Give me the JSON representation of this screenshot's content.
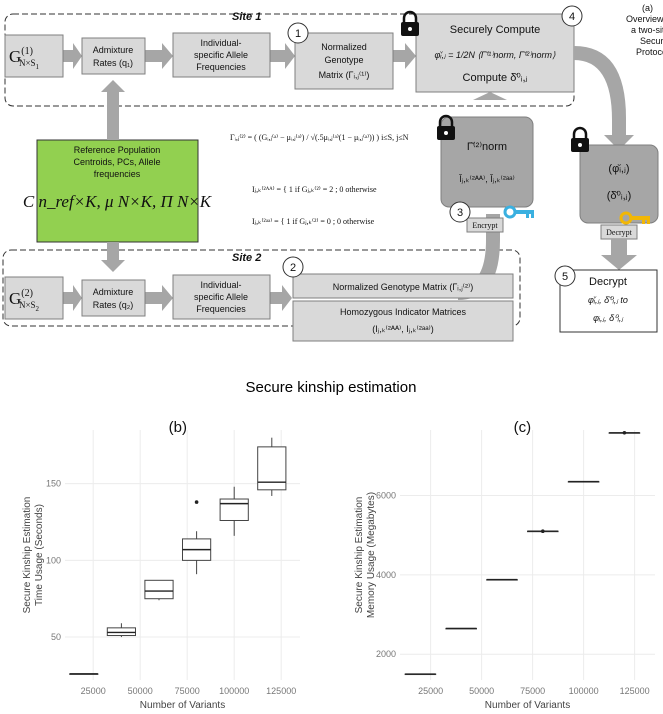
{
  "panel_a": {
    "tag": "(a)",
    "overview": [
      "Overview of",
      "a two-site",
      "Secure",
      "Protocol"
    ],
    "site1_label": "Site 1",
    "site2_label": "Site 2",
    "g1": "G",
    "g1_sup": "(1)",
    "g1_sub": "N×S",
    "g1_subsub": "1",
    "g2": "G",
    "g2_sup": "(2)",
    "g2_sub": "N×S",
    "g2_subsub": "2",
    "admix1": [
      "Admixture",
      "Rates (q₁)"
    ],
    "admix2": [
      "Admixture",
      "Rates (q₂)"
    ],
    "isaf1": [
      "Individual-",
      "specific Allele",
      "Frequencies"
    ],
    "isaf2": [
      "Individual-",
      "specific Allele",
      "Frequencies"
    ],
    "ngm1": [
      "Normalized",
      "Genotype",
      "Matrix (Γᵢ,ⱼ⁽¹⁾)"
    ],
    "ngm2": "Normalized Genotype Matrix (Γᵢ,ⱼ⁽²⁾)",
    "him": [
      "Homozygous Indicator Matrices",
      "(Iⱼ,ₖ⁽²ᴬᴬ⁾, Iⱼ,ₖ⁽²ᵃᵃ⁾)"
    ],
    "secure": [
      "Securely Compute",
      "φ̆ᵢ,ⱼ = 1/2N ⟨Γ̆⁽¹⁾norm, Γ̆⁽²⁾norm⟩",
      "Compute δ̆⁰ᵢ,ⱼ"
    ],
    "ref_box": [
      "Reference Population",
      "Centroids, PCs, Allele",
      "frequencies",
      "C n_ref×K, μ N×K, Π N×K"
    ],
    "enc_box": [
      "Γ̆⁽²⁾norm",
      "Ĭⱼ,ₖ⁽²ᴬᴬ⁾, Ĭⱼ,ₖ⁽²ᵃᵃ⁾"
    ],
    "dec_box": [
      "(φ̆ᵢ,ⱼ)",
      "(δ̆⁰ᵢ,ⱼ)"
    ],
    "encrypt": "Encrypt",
    "decrypt": "Decrypt",
    "decrypt_final": [
      "Decrypt",
      "φ̆ᵢ,ⱼ, δ̆⁰ᵢ,ⱼ to",
      "φᵢ,ⱼ, δ⁰ᵢ,ⱼ"
    ],
    "formula": [
      "Γᵢ,ⱼ⁽²⁾ = ( (Gᵢ,ⱼ⁽ᵃ⁾ − μᵢ,ⱼ⁽ᵃ⁾) / √(.5μᵢ,ⱼ⁽ᵃ⁾(1 − μᵢ,ⱼ⁽ᵃ⁾)) ) i≤S, j≤N",
      "Iⱼ,ₖ⁽²ᴬᴬ⁾ = { 1 if Gⱼ,ₖ⁽²⁾ = 2 ; 0 otherwise",
      "Iⱼ,ₖ⁽²ᵃᵃ⁾ = { 1 if Gⱼ,ₖ⁽²⁾ = 0 ; 0 otherwise"
    ],
    "steps": [
      "1",
      "2",
      "3",
      "4",
      "5"
    ]
  },
  "section_title": "Secure kinship estimation",
  "colors": {
    "box": "#d9d9d9",
    "dark_box": "#a6a6a6",
    "ref": "#92d050",
    "key": "#3ab0e0",
    "key2": "#f2b705"
  },
  "chart_data": [
    {
      "type": "box",
      "panel": "(b)",
      "xlabel": "Number of Variants",
      "ylabel": [
        "Secure Kinship Estimation",
        "Time Usage (Seconds)"
      ],
      "xticks": [
        25000,
        50000,
        75000,
        100000,
        125000
      ],
      "yticks": [
        50,
        100,
        150
      ],
      "xlim": [
        10000,
        135000
      ],
      "ylim": [
        22,
        185
      ],
      "boxes": [
        {
          "x": 20000,
          "min": 26,
          "q1": 26,
          "median": 26,
          "q3": 26,
          "max": 26
        },
        {
          "x": 40000,
          "min": 50,
          "q1": 51,
          "median": 53,
          "q3": 56,
          "max": 59
        },
        {
          "x": 60000,
          "min": 74,
          "q1": 75,
          "median": 80,
          "q3": 87,
          "max": 87
        },
        {
          "x": 80000,
          "min": 91,
          "q1": 100,
          "median": 107,
          "q3": 114,
          "max": 119
        },
        {
          "x": 100000,
          "min": 116,
          "q1": 126,
          "median": 137,
          "q3": 140,
          "max": 148
        },
        {
          "x": 120000,
          "min": 142,
          "q1": 146,
          "median": 151,
          "q3": 174,
          "max": 180
        }
      ],
      "outliers": [
        {
          "x": 80000,
          "y": 138
        }
      ]
    },
    {
      "type": "box",
      "panel": "(c)",
      "xlabel": "Number of Variants",
      "ylabel": [
        "Secure Kinship Estimation",
        "Memory Usage (Megabytes)"
      ],
      "xticks": [
        25000,
        50000,
        75000,
        100000,
        125000
      ],
      "yticks": [
        2000,
        4000,
        6000
      ],
      "xlim": [
        10000,
        135000
      ],
      "ylim": [
        1350,
        7650
      ],
      "boxes": [
        {
          "x": 20000,
          "min": 1500,
          "q1": 1500,
          "median": 1500,
          "q3": 1500,
          "max": 1500
        },
        {
          "x": 40000,
          "min": 2650,
          "q1": 2650,
          "median": 2650,
          "q3": 2650,
          "max": 2650
        },
        {
          "x": 60000,
          "min": 3880,
          "q1": 3880,
          "median": 3880,
          "q3": 3880,
          "max": 3880
        },
        {
          "x": 80000,
          "min": 5100,
          "q1": 5100,
          "median": 5100,
          "q3": 5100,
          "max": 5100
        },
        {
          "x": 100000,
          "min": 6350,
          "q1": 6350,
          "median": 6350,
          "q3": 6350,
          "max": 6350
        },
        {
          "x": 120000,
          "min": 7580,
          "q1": 7580,
          "median": 7580,
          "q3": 7580,
          "max": 7580
        }
      ],
      "outliers": [
        {
          "x": 80000,
          "y": 5100
        },
        {
          "x": 120000,
          "y": 7580
        }
      ]
    }
  ]
}
